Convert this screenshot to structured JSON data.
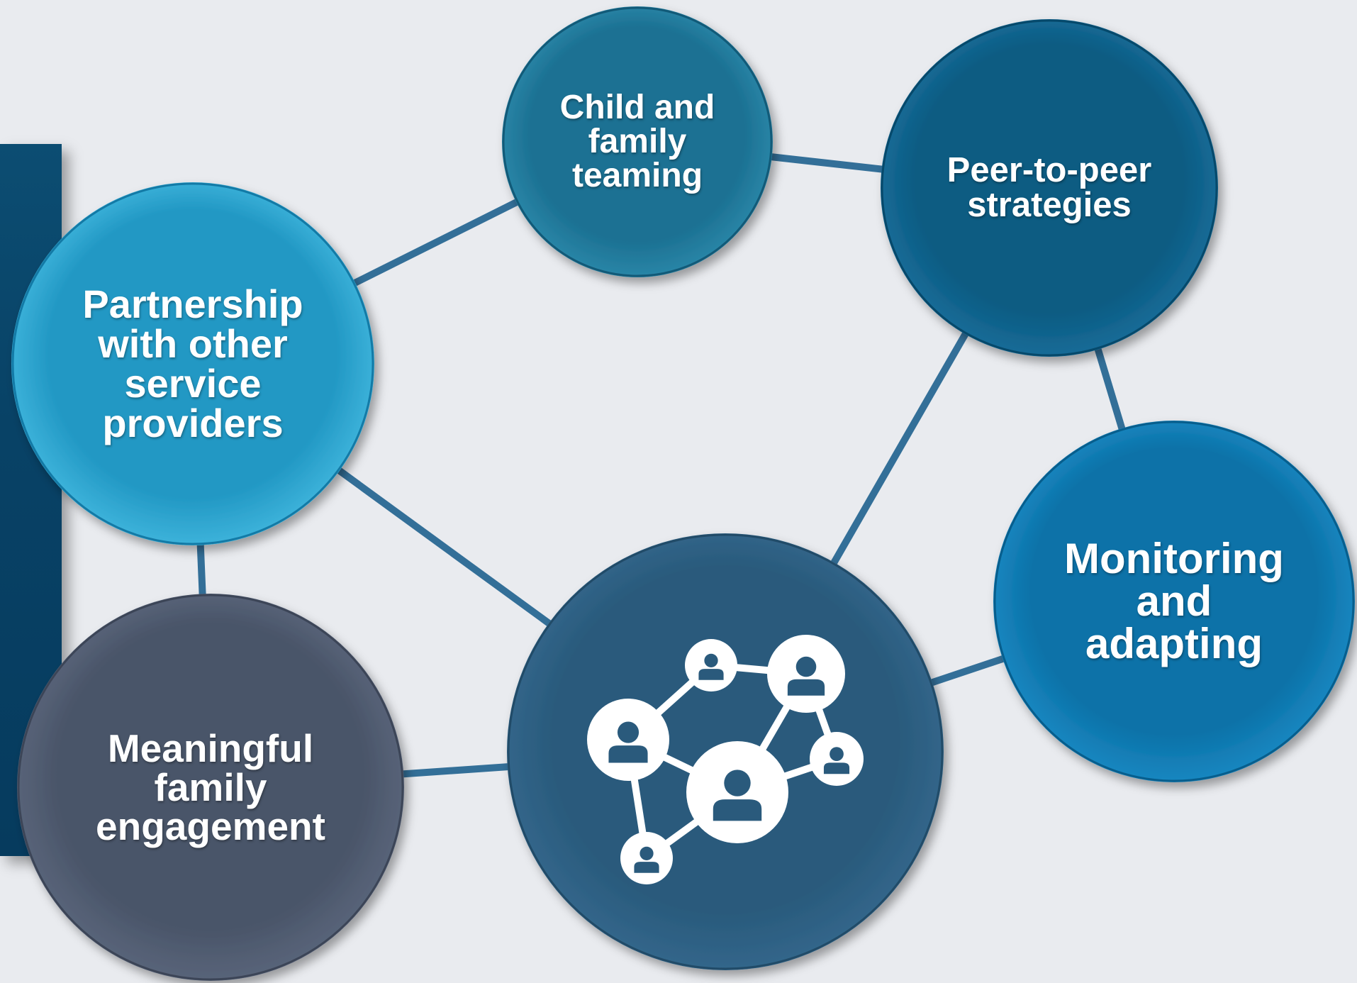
{
  "diagram": {
    "background_color": "#e9ebef",
    "connector_color": "#336f98",
    "nodes": [
      {
        "id": "partnership",
        "label": "Partnership\nwith other\nservice\nproviders",
        "fill": "#2298c4",
        "fill_light": "#47bde3",
        "fill_dark": "#137aa6"
      },
      {
        "id": "child-family-teaming",
        "label": "Child and\nfamily\nteaming",
        "fill": "#1c7193",
        "fill_light": "#2f8eaf",
        "fill_dark": "#125a78"
      },
      {
        "id": "peer-to-peer",
        "label": "Peer-to-peer\nstrategies",
        "fill": "#0b5b82",
        "fill_light": "#1b72a0",
        "fill_dark": "#06496b"
      },
      {
        "id": "monitoring-adapting",
        "label": "Monitoring\nand\nadapting",
        "fill": "#0b72a8",
        "fill_light": "#1e8fca",
        "fill_dark": "#075e8d"
      },
      {
        "id": "meaningful-engagement",
        "label": "Meaningful\nfamily\nengagement",
        "fill": "#4a5569",
        "fill_light": "#5e6a80",
        "fill_dark": "#3c4557"
      },
      {
        "id": "network-hub",
        "label": "",
        "icon": "people-network-icon",
        "fill": "#2a5a7c",
        "fill_light": "#356b90",
        "fill_dark": "#214b68"
      }
    ],
    "connections": [
      [
        "partnership",
        "child-family-teaming"
      ],
      [
        "child-family-teaming",
        "peer-to-peer"
      ],
      [
        "peer-to-peer",
        "network-hub"
      ],
      [
        "peer-to-peer",
        "monitoring-adapting"
      ],
      [
        "partnership",
        "network-hub"
      ],
      [
        "partnership",
        "meaningful-engagement"
      ],
      [
        "meaningful-engagement",
        "network-hub"
      ],
      [
        "network-hub",
        "monitoring-adapting"
      ]
    ]
  }
}
